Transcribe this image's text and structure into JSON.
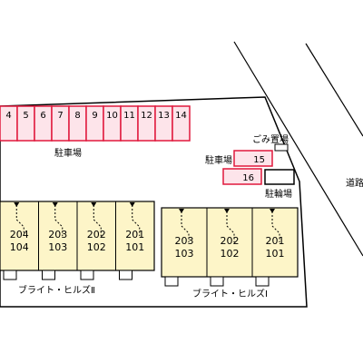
{
  "map": {
    "parking_main": {
      "label": "駐車場",
      "spaces": [
        "4",
        "5",
        "6",
        "7",
        "8",
        "9",
        "10",
        "11",
        "12",
        "13",
        "14"
      ]
    },
    "parking_side": {
      "label": "駐車場",
      "spaces": [
        "15",
        "16"
      ]
    },
    "garbage": {
      "label": "ごみ置場"
    },
    "bicycle": {
      "label": "駐輪場"
    },
    "road": {
      "label": "道路"
    },
    "building_2": {
      "name": "ブライト・ヒルズⅡ",
      "units": [
        {
          "upper": "204",
          "lower": "104"
        },
        {
          "upper": "203",
          "lower": "103"
        },
        {
          "upper": "202",
          "lower": "102"
        },
        {
          "upper": "201",
          "lower": "101"
        }
      ]
    },
    "building_1": {
      "name": "ブライト・ヒルズⅠ",
      "units": [
        {
          "upper": "203",
          "lower": "103"
        },
        {
          "upper": "202",
          "lower": "102"
        },
        {
          "upper": "201",
          "lower": "101"
        }
      ]
    },
    "colors": {
      "lot_border": "#000000",
      "parking_fill": "#fde4ea",
      "parking_stroke": "#e0183c",
      "building_fill": "#fdf5c8",
      "building_stroke": "#000000",
      "path_stroke": "#000000"
    }
  }
}
